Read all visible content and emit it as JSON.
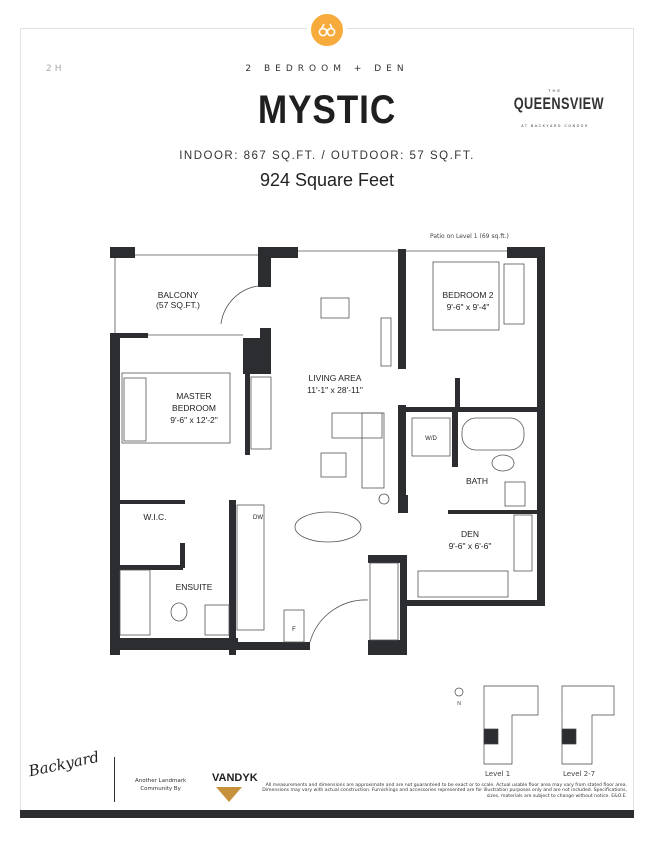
{
  "header": {
    "unit_code": "2H",
    "unit_type": "2 BEDROOM + DEN",
    "model_name": "MYSTIC",
    "areas": "INDOOR: 867 SQ.FT. / OUTDOOR: 57 SQ.FT.",
    "total": "924 Square Feet",
    "brand": {
      "the": "THE",
      "name": "QUEENSVIEW",
      "sub": "AT BACKYARD CONDOS"
    },
    "accent_color": "#f6ab3c"
  },
  "plan": {
    "patio_note": "Patio on Level 1 (69 sq.ft.)",
    "rooms": {
      "balcony": "BALCONY",
      "balcony_area": "(57 SQ.FT.)",
      "bedroom2": "BEDROOM 2",
      "bedroom2_dim": "9'-6\" x 9'-4\"",
      "living": "LIVING AREA",
      "living_dim": "11'-1\" x 28'-11\"",
      "master1": "MASTER",
      "master2": "BEDROOM",
      "master_dim": "9'-6\" x 12'-2\"",
      "wic": "W.I.C.",
      "ensuite": "ENSUITE",
      "bath": "BATH",
      "den": "DEN",
      "den_dim": "9'-6\" x 6'-6\"",
      "wd": "W/D",
      "dw": "DW",
      "fridge": "F"
    }
  },
  "keyplan": {
    "north": "N",
    "level1": "Level 1",
    "level2": "Level 2-7"
  },
  "footer": {
    "backyard_logo": "Backyard",
    "another": "Another Landmark",
    "community": "Community By",
    "developer": "VANDYK",
    "disclaimer": "All measurements and dimensions are approximate and are not guaranteed to be exact or to scale. Actual usable floor area may vary from stated floor area. Dimensions may vary with actual construction. Furnishings and accessories represented are for illustration purposes only and are not included. Specifications, sizes, materials are subject to change without notice. E&O.E."
  }
}
